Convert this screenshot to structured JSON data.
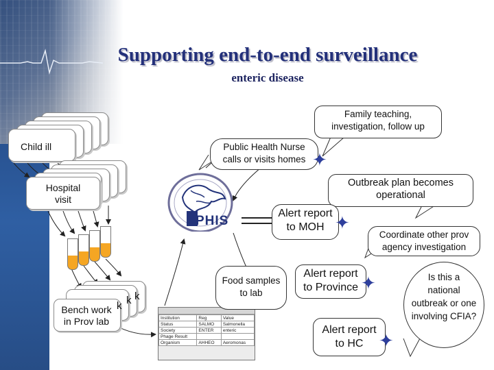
{
  "title": "Supporting end-to-end surveillance",
  "subtitle": "enteric disease",
  "nodes": {
    "child_ill": "Child ill",
    "hospital_visit_1": "Hospital",
    "hospital_visit_2": "visit",
    "bench_work_1": "Bench work",
    "bench_work_2": "in Prov lab",
    "bench_frag_1": "k",
    "bench_frag_2": "k",
    "bench_frag_3": "k",
    "family_teaching": "Family teaching, investigation, follow up",
    "public_health_nurse": "Public Health Nurse calls or visits homes",
    "outbreak_plan": "Outbreak plan becomes operational",
    "alert_moh": "Alert report to MOH",
    "coordinate": "Coordinate other prov agency investigation",
    "food_samples": "Food samples to lab",
    "alert_province": "Alert report to Province",
    "alert_hc": "Alert report to HC",
    "national_outbreak": "Is this a national outbreak or one involving CFIA?"
  },
  "phis_logo": "PHIS",
  "database": {
    "columns": [
      "Institution",
      "Reg",
      "Value"
    ],
    "rows": [
      [
        "Status",
        "SALMO",
        "Salmonella"
      ],
      [
        "Society",
        "ENTER",
        "enteric"
      ],
      [
        "Phage Result",
        "",
        ""
      ],
      [
        "Organism",
        "AHHEO",
        "Aeromonas"
      ]
    ]
  },
  "colors": {
    "title": "#23307a",
    "tube_fill": "#f5a623",
    "star": "#2e3f9c",
    "sidebar": "#27508e"
  },
  "icons": [
    "ecg-icon",
    "phis-logo-icon",
    "test-tube-icon",
    "star-icon",
    "database-window-icon"
  ]
}
